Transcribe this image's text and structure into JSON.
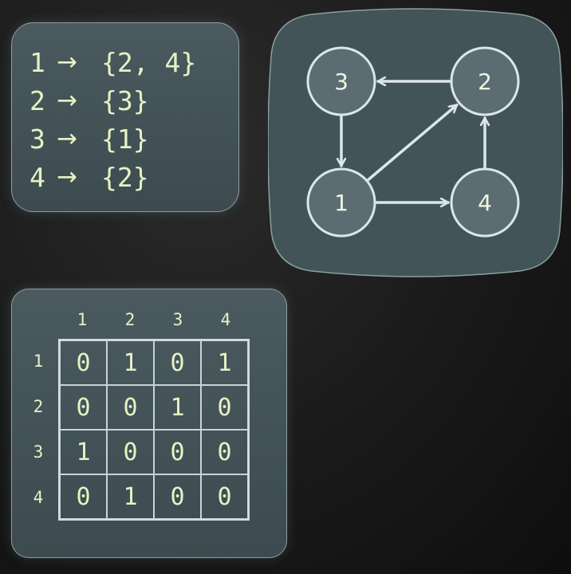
{
  "adjacency_list": [
    {
      "node": "1",
      "arrow": "→",
      "neighbors": "{2, 4}"
    },
    {
      "node": "2",
      "arrow": "→",
      "neighbors": "{3}"
    },
    {
      "node": "3",
      "arrow": "→",
      "neighbors": "{1}"
    },
    {
      "node": "4",
      "arrow": "→",
      "neighbors": "{2}"
    }
  ],
  "graph": {
    "nodes": [
      {
        "id": "3",
        "label": "3",
        "slot": "top-left"
      },
      {
        "id": "2",
        "label": "2",
        "slot": "top-right"
      },
      {
        "id": "1",
        "label": "1",
        "slot": "bottom-left"
      },
      {
        "id": "4",
        "label": "4",
        "slot": "bottom-right"
      }
    ],
    "edges": [
      {
        "from": "1",
        "to": "2"
      },
      {
        "from": "1",
        "to": "4"
      },
      {
        "from": "2",
        "to": "3"
      },
      {
        "from": "3",
        "to": "1"
      },
      {
        "from": "4",
        "to": "2"
      }
    ]
  },
  "matrix": {
    "col_headers": [
      "1",
      "2",
      "3",
      "4"
    ],
    "row_headers": [
      "1",
      "2",
      "3",
      "4"
    ],
    "cells": [
      [
        "0",
        "1",
        "0",
        "1"
      ],
      [
        "0",
        "0",
        "1",
        "0"
      ],
      [
        "1",
        "0",
        "0",
        "0"
      ],
      [
        "0",
        "1",
        "0",
        "0"
      ]
    ]
  },
  "colors": {
    "text": "#e6f2c4",
    "panel": "#445459",
    "panel_border": "#8c9ea3",
    "node_fill": "#5b6d72",
    "node_stroke": "#dbe6e8",
    "edge": "#dde7e9"
  }
}
